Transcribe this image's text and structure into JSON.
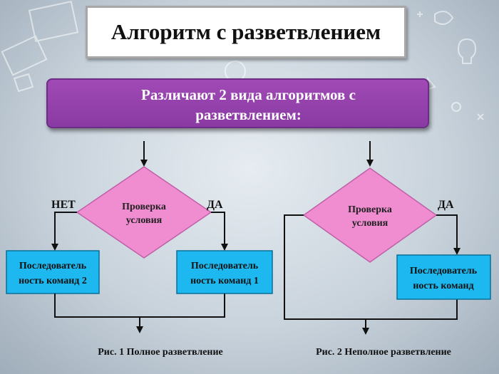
{
  "title": "Алгоритм с разветвлением",
  "subtitle": "Различают 2 вида алгоритмов с разветвлением:",
  "diagram1": {
    "condition_line1": "Проверка",
    "condition_line2": "условия",
    "no_label": "НЕТ",
    "yes_label": "ДА",
    "left_block_line1": "Последователь",
    "left_block_line2": "ность команд 2",
    "right_block_line1": "Последователь",
    "right_block_line2": "ность команд 1",
    "caption": "Рис. 1 Полное разветвление"
  },
  "diagram2": {
    "condition_line1": "Проверка",
    "condition_line2": "условия",
    "yes_label": "ДА",
    "block_line1": "Последователь",
    "block_line2": "ность команд",
    "caption": "Рис. 2 Неполное разветвление"
  },
  "colors": {
    "diamond": "#f08cd0",
    "process_block": "#1cb8ef",
    "subtitle_bg": "#993fb0",
    "line": "#111111"
  }
}
